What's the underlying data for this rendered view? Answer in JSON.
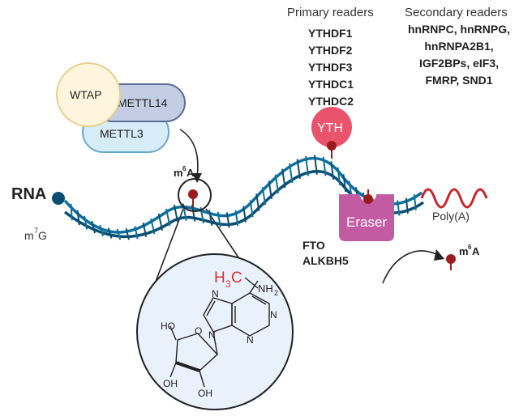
{
  "rna_label": "RNA",
  "cap": {
    "base": "m",
    "sup": "7",
    "tail": "G"
  },
  "writers": {
    "wtap": "WTAP",
    "mettl14": "METTL14",
    "mettl3": "METTL3"
  },
  "m6a_site": {
    "base": "m",
    "sup": "6",
    "tail": "A"
  },
  "m6a_released": {
    "base": "m",
    "sup": "6",
    "tail": "A"
  },
  "primary_readers": {
    "heading": "Primary readers",
    "items": [
      "YTHDF1",
      "YTHDF2",
      "YTHDF3",
      "YTHDC1",
      "YTHDC2"
    ],
    "domain_label": "YTH"
  },
  "secondary_readers": {
    "heading": "Secondary readers",
    "lines": [
      "hnRNPC, hnRNPG,",
      "hnRNPA2B1,",
      "IGF2BPs, eIF3,",
      "FMRP, SND1"
    ]
  },
  "eraser": {
    "label": "Eraser",
    "enzymes": [
      "FTO",
      "ALKBH5"
    ]
  },
  "polya_label": "Poly(A)",
  "structure": {
    "methyl": {
      "h": "H",
      "sub": "3",
      "c": "C"
    },
    "amine": {
      "n": "NH",
      "sub": "2"
    },
    "n_labels": [
      "N",
      "N",
      "N",
      "N"
    ],
    "ho": "HO",
    "o": "O",
    "oh_left": "OH",
    "oh_right": "OH"
  },
  "colors": {
    "rna_strand": "#0e6f9c",
    "rna_dark": "#0a4f73",
    "mark": "#9b1b1e",
    "yth": "#e9536b",
    "eraser": "#c25ba2",
    "polya": "#c8252a",
    "wtap_fill": "#fdf5de",
    "wtap_stroke": "#e8cf8e",
    "mettl14_fill": "#c3cde4",
    "mettl14_stroke": "#5f6e96",
    "mettl3_fill": "#d6ecf7",
    "mettl3_stroke": "#6aa8c8",
    "zoom_fill": "#e9f1fb",
    "methyl_text": "#d2332f"
  }
}
